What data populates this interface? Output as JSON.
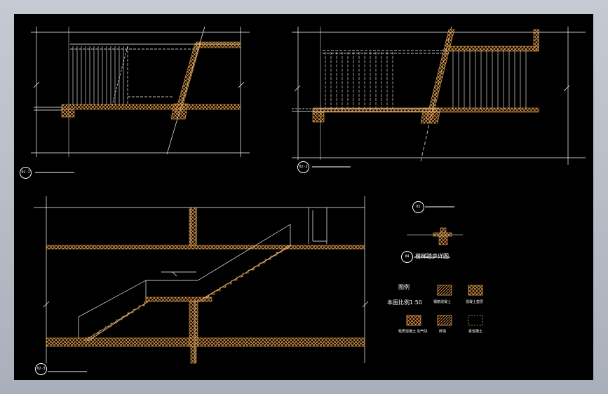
{
  "drawing": {
    "views": [
      {
        "tag": "02-1"
      },
      {
        "tag": "02-2"
      },
      {
        "tag": "02-3"
      }
    ],
    "detail": {
      "tag": "02",
      "sub_tag": "04",
      "title": "楼梯踏步详图"
    },
    "legend": {
      "title": "图例",
      "scale_note": "本图比例1:50",
      "items": [
        {
          "label": "钢筋混凝土"
        },
        {
          "label": "混凝土垫层"
        },
        {
          "label": "轻质混凝土 加气块"
        },
        {
          "label": "砖墙"
        },
        {
          "label": "素混凝土"
        }
      ]
    }
  },
  "colors": {
    "line": "#ffffff",
    "hatch": "#e8a04c",
    "background": "#000000"
  }
}
